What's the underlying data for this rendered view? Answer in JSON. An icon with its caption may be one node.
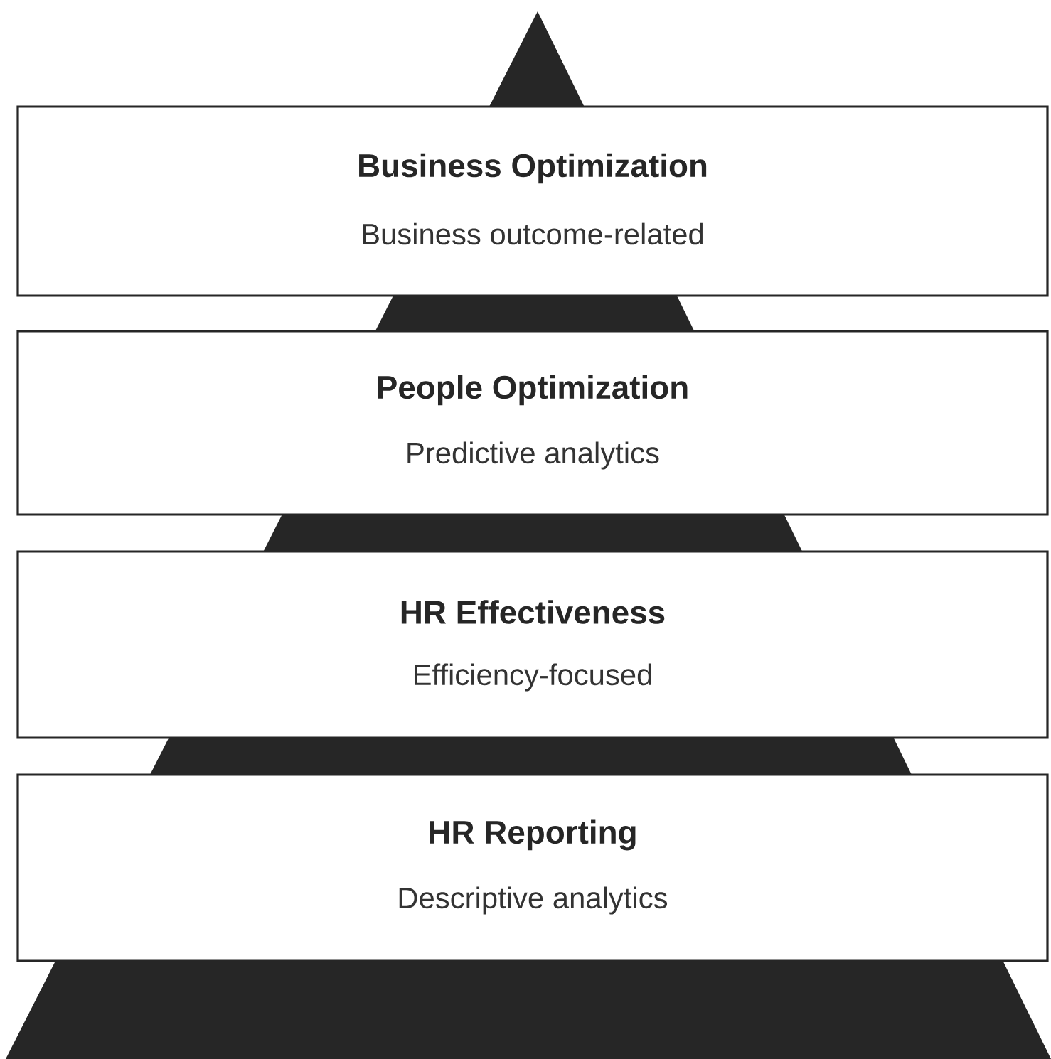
{
  "diagram": {
    "nodes": [
      {
        "text": [
          "Business Optimization",
          "Business outcome-related"
        ]
      },
      {
        "text": [
          "People Optimization",
          "Predictive analytics"
        ]
      },
      {
        "text": [
          "HR Effectiveness",
          "Efficiency-focused"
        ]
      },
      {
        "text": [
          "HR Reporting",
          "Descriptive analytics"
        ]
      }
    ]
  }
}
